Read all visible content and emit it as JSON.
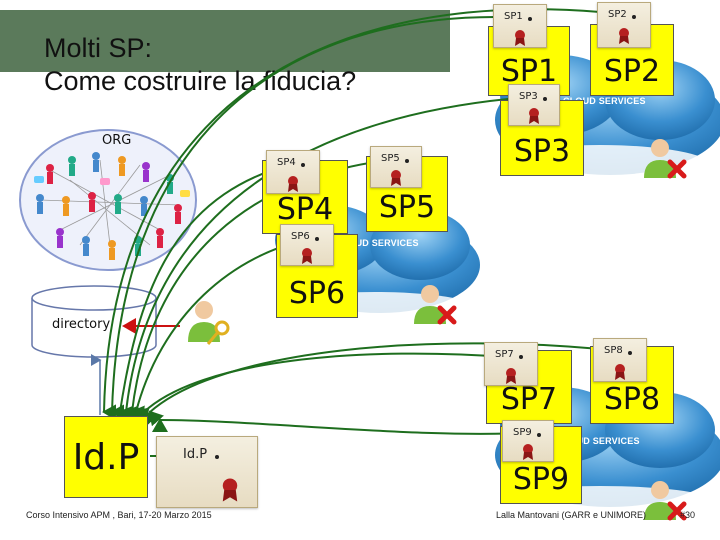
{
  "slide": {
    "title": "Molti SP:\nCome costruire la fiducia?",
    "footer_left": "Corso Intensivo APM , Bari, 17-20 Marzo 2015",
    "footer_right": "Lalla Mantovani (GARR e UNIMORE)",
    "page_number": "#30"
  },
  "org": {
    "label": "ORG"
  },
  "directory": {
    "label": "directory"
  },
  "idp": {
    "label": "Id.P",
    "cert_label": "Id.P"
  },
  "cloud_label": "CLOUD SERVICES",
  "service_providers": [
    {
      "label": "SP1",
      "cert_label": "SP1"
    },
    {
      "label": "SP2",
      "cert_label": "SP2"
    },
    {
      "label": "SP3",
      "cert_label": "SP3"
    },
    {
      "label": "SP4",
      "cert_label": "SP4"
    },
    {
      "label": "SP5",
      "cert_label": "SP5"
    },
    {
      "label": "SP6",
      "cert_label": "SP6"
    },
    {
      "label": "SP7",
      "cert_label": "SP7"
    },
    {
      "label": "SP8",
      "cert_label": "SP8"
    },
    {
      "label": "SP9",
      "cert_label": "SP9"
    }
  ],
  "colors": {
    "title_band": "#5b7a5b",
    "sp_box": "#ffff00",
    "trust_line": "#1e6e1e",
    "directory_arrow": "#cc1111",
    "cloud": "#2e86c8",
    "org_circle": "#8a9ad0",
    "org_fill": "#eef1fb"
  },
  "icons": [
    "user-key-icon",
    "user-denied-icon",
    "certificate-icon",
    "cloud-icon",
    "people-network-icon",
    "database-icon"
  ]
}
